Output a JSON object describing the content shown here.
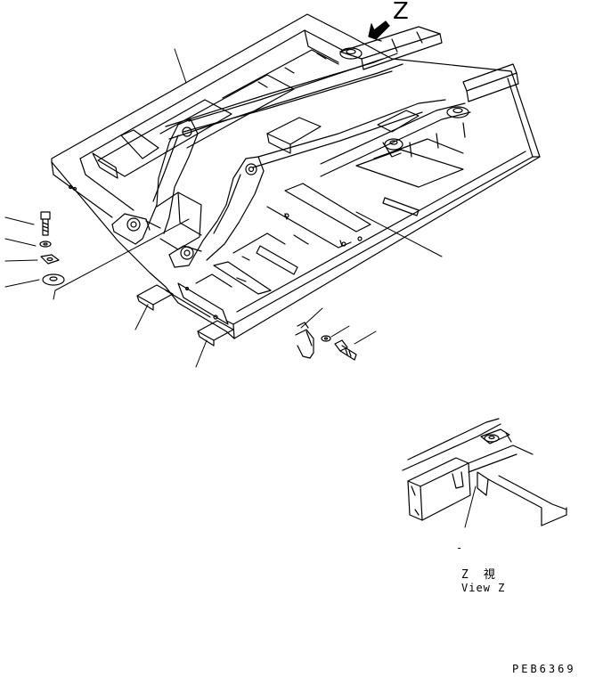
{
  "view_marker": {
    "letter": "Z"
  },
  "detail_view": {
    "dash": "-",
    "caption_japanese": "Z　視",
    "caption_english": "View Z"
  },
  "drawing_code": "PEB6369",
  "colors": {
    "line": "#000000",
    "background": "#ffffff"
  }
}
